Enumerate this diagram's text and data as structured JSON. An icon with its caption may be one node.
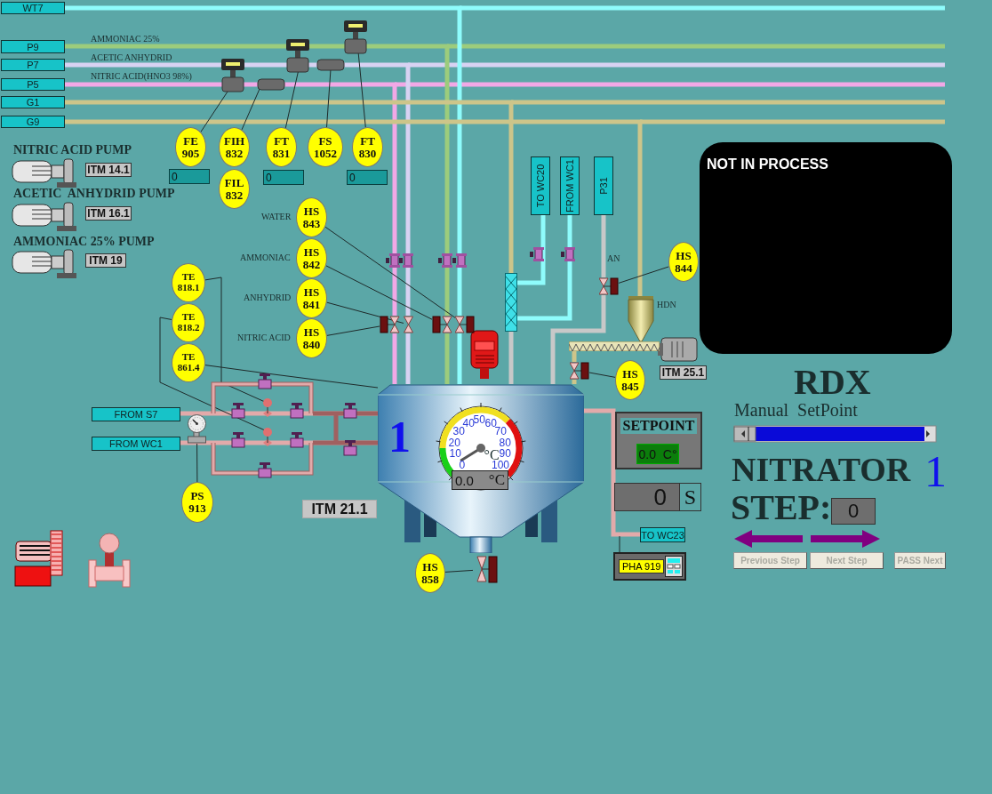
{
  "diagram": {
    "nodes": [
      {
        "text": [
          "WT7"
        ]
      },
      {
        "text": [
          "P9"
        ]
      },
      {
        "text": [
          "P7"
        ]
      },
      {
        "text": [
          "P5"
        ]
      },
      {
        "text": [
          "G1"
        ]
      },
      {
        "text": [
          "G9"
        ]
      },
      {
        "text": [
          "FE 905"
        ]
      },
      {
        "text": [
          "FIH 832"
        ]
      },
      {
        "text": [
          "FIL 832"
        ]
      },
      {
        "text": [
          "FT 831"
        ]
      },
      {
        "text": [
          "FS 1052"
        ]
      },
      {
        "text": [
          "FT 830"
        ]
      },
      {
        "text": [
          "HS 843"
        ],
        "beside": [
          "WATER"
        ]
      },
      {
        "text": [
          "HS 842"
        ],
        "beside": [
          "AMMONIAC"
        ]
      },
      {
        "text": [
          "HS 841"
        ],
        "beside": [
          "ANHYDRID"
        ]
      },
      {
        "text": [
          "HS 840"
        ],
        "beside": [
          "NITRIC ACID"
        ]
      },
      {
        "text": [
          "TE 818.1"
        ]
      },
      {
        "text": [
          "TE 818.2"
        ]
      },
      {
        "text": [
          "TE 861.4"
        ]
      },
      {
        "text": [
          "PS 913"
        ]
      },
      {
        "text": [
          "HS 844"
        ]
      },
      {
        "text": [
          "HS 845"
        ]
      },
      {
        "text": [
          "HS 858"
        ]
      },
      {
        "text": [
          "TO WC20"
        ]
      },
      {
        "text": [
          "FROM WC1"
        ]
      },
      {
        "text": [
          "P31"
        ]
      },
      {
        "text": [
          "FROM S7"
        ]
      },
      {
        "text": [
          "FROM WC1"
        ]
      },
      {
        "text": [
          "TO WC23"
        ]
      },
      {
        "text": [
          "PHA 919"
        ]
      },
      {
        "text": [
          "1"
        ]
      },
      {
        "text": [
          "0.0",
          "°C"
        ],
        "in": 30
      },
      {
        "text": [
          "NOT IN PROCESS"
        ]
      },
      {
        "text": [
          "SETPOINT"
        ]
      },
      {
        "text": [
          "0.0  C°"
        ],
        "in": 33
      },
      {
        "text": [
          "0",
          "S"
        ]
      },
      {
        "text": [
          "ITM 14.1"
        ]
      },
      {
        "text": [
          "ITM 16.1"
        ]
      },
      {
        "text": [
          "ITM 19"
        ]
      },
      {
        "text": [
          "ITM 21.1"
        ]
      },
      {
        "text": [
          "ITM 25.1"
        ]
      },
      {
        "text": [
          "0"
        ]
      },
      {
        "text": [
          "0"
        ]
      },
      {
        "text": [
          "0"
        ]
      },
      {
        "text": [
          "0"
        ]
      },
      {
        "text": [],
        "shape": "picture"
      },
      {
        "text": [],
        "shape": "picture"
      },
      {
        "text": [],
        "shape": "picture"
      },
      {
        "text": [],
        "shape": "picture"
      },
      {
        "text": [],
        "shape": "picture"
      },
      {
        "text": [],
        "shape": "picture"
      },
      {
        "text": [],
        "shape": "picture"
      },
      {
        "text": [],
        "shape": "picture"
      },
      {
        "text": [],
        "shape": "picture"
      },
      {
        "text": [],
        "shape": "picture"
      },
      {
        "text": [],
        "shape": "picture"
      }
    ],
    "edges": [
      {
        "from": 0,
        "to": 51,
        "arrow": "none",
        "color": "#8ffcfc"
      },
      {
        "from": 1,
        "to": 50,
        "arrow": "none",
        "color": "#9ccc7c"
      },
      {
        "from": 2,
        "to": 49,
        "arrow": "none",
        "color": "#d8d2f2"
      },
      {
        "from": 3,
        "to": 48,
        "arrow": "none",
        "color": "#f2a8e6"
      },
      {
        "from": 4,
        "to": 46,
        "arrow": "none",
        "color": "#cdc58a"
      },
      {
        "from": 5,
        "to": 45,
        "arrow": "none",
        "color": "#cdc58a"
      },
      {
        "from": 46,
        "to": 30,
        "arrow": "none",
        "color": "#c8c8c8"
      },
      {
        "from": 46,
        "to": 23,
        "arrow": "none",
        "color": "#8ffcfc"
      },
      {
        "from": 24,
        "to": 46,
        "arrow": "none",
        "color": "#8ffcfc"
      },
      {
        "from": 25,
        "to": 52,
        "arrow": "none",
        "color": "#c8c8c8"
      },
      {
        "from": 47,
        "to": 53,
        "arrow": "none",
        "color": "#cdc58a"
      },
      {
        "from": 26,
        "to": 30,
        "arrow": "none",
        "color": "#e2aaaa"
      },
      {
        "from": 27,
        "to": 30,
        "arrow": "none",
        "color": "#e2aaaa"
      },
      {
        "from": 30,
        "to": 28,
        "arrow": "none",
        "color": "#e2aaaa"
      },
      {
        "from": 6,
        "to": null,
        "arrow": "none"
      },
      {
        "from": 7,
        "to": null,
        "arrow": "none"
      },
      {
        "from": 9,
        "to": null,
        "arrow": "none"
      },
      {
        "from": 10,
        "to": null,
        "arrow": "none"
      },
      {
        "from": 11,
        "to": null,
        "arrow": "none"
      },
      {
        "from": 12,
        "to": 51,
        "arrow": "none"
      },
      {
        "from": 13,
        "to": 50,
        "arrow": "none"
      },
      {
        "from": 14,
        "to": 49,
        "arrow": "none"
      },
      {
        "from": 15,
        "to": 48,
        "arrow": "none"
      },
      {
        "from": 16,
        "to": null,
        "arrow": "none"
      },
      {
        "from": 17,
        "to": null,
        "arrow": "none"
      },
      {
        "from": 18,
        "to": 30,
        "arrow": "none"
      },
      {
        "from": 19,
        "to": 55,
        "arrow": "none"
      },
      {
        "from": 20,
        "to": 52,
        "arrow": "none"
      },
      {
        "from": 21,
        "to": 53,
        "arrow": "none"
      },
      {
        "from": 22,
        "to": 54,
        "arrow": "none"
      },
      {
        "from": 29,
        "to": null,
        "arrow": "none"
      },
      {
        "from": 51,
        "to": 30,
        "arrow": "none",
        "color": "#8ffcfc"
      },
      {
        "from": 50,
        "to": 30,
        "arrow": "none",
        "color": "#9ccc7c"
      },
      {
        "from": 49,
        "to": 30,
        "arrow": "none",
        "color": "#d8d2f2"
      },
      {
        "from": 48,
        "to": 30,
        "arrow": "none",
        "color": "#f2a8e6"
      },
      {
        "from": 52,
        "to": 30,
        "arrow": "none",
        "color": "#c8c8c8"
      },
      {
        "from": 53,
        "to": 30,
        "arrow": "none",
        "color": "#cdc58a"
      }
    ],
    "labels": [
      "AMMONIAC 25%",
      "ACETIC ANHYDRID",
      "NITRIC ACID(HNO3 98%)",
      "NITRIC ACID PUMP",
      "ACETIC  ANHYDRID PUMP",
      "AMMONIAC 25% PUMP",
      "AN",
      "HDN",
      "0",
      "10",
      "20",
      "30",
      "40",
      "50",
      "60",
      "70",
      "80",
      "90",
      "100",
      "°C",
      "RDX",
      "Manual  SetPoint",
      "NITRATOR",
      "1",
      "STEP:",
      "Previous Step",
      "Next Step",
      "PASS Next"
    ]
  }
}
